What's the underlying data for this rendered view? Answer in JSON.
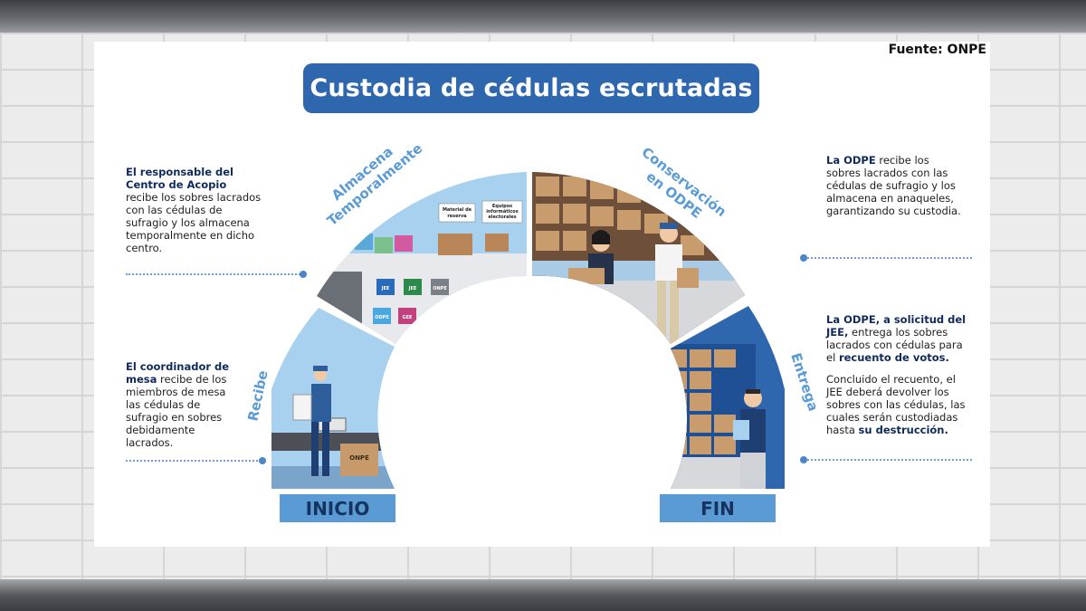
{
  "source": "Fuente: ONPE",
  "title": "Custodia de cédulas escrutadas",
  "stages": {
    "recibe": "Recibe",
    "almacena_line1": "Almacena",
    "almacena_line2": "Temporalmente",
    "conservacion_line1": "Conservación",
    "conservacion_line2": "en ODPE",
    "entrega": "Entrega"
  },
  "illustration": {
    "reserve_label_1": "Material de",
    "reserve_label_2": "reserva",
    "equipment_label_1": "Equipos",
    "equipment_label_2": "informáticos",
    "equipment_label_3": "electorales",
    "box_brand": "ONPE",
    "bag_jee": "JEE",
    "bag_onpe": "ONPE",
    "bag_odpe": "ODPE",
    "bag_gee": "GEE"
  },
  "descriptions": {
    "acopio": {
      "bold": "El responsable del Centro de Acopio",
      "text": "recibe los sobres lacrados con las cédulas de sufragio y los almacena temporalmente en dicho centro."
    },
    "coordinador": {
      "bold": "El coordinador de mesa",
      "text": "recibe de los miembros de mesa las cédulas de sufragio en sobres debidamente lacrados."
    },
    "odpe": {
      "bold": "La ODPE",
      "text": "recibe los sobres lacrados con las cédulas de sufragio y los almacena en anaqueles, garantizando su custodia."
    },
    "entrega": {
      "bold1": "La ODPE, a solicitud del JEE,",
      "text1": "entrega los sobres lacrados con cédulas para el",
      "bold2": "recuento de votos.",
      "text2": "Concluido el recuento, el JEE deberá devolver los sobres con las cédulas, las cuales serán custodiadas hasta",
      "bold3": "su destrucción."
    }
  },
  "labels": {
    "inicio": "INICIO",
    "fin": "FIN"
  },
  "colors": {
    "primary_blue": "#2f67ae",
    "light_blue": "#5b9bd5",
    "sky_blue": "#a8d1ef",
    "dark_text": "#16335f"
  }
}
